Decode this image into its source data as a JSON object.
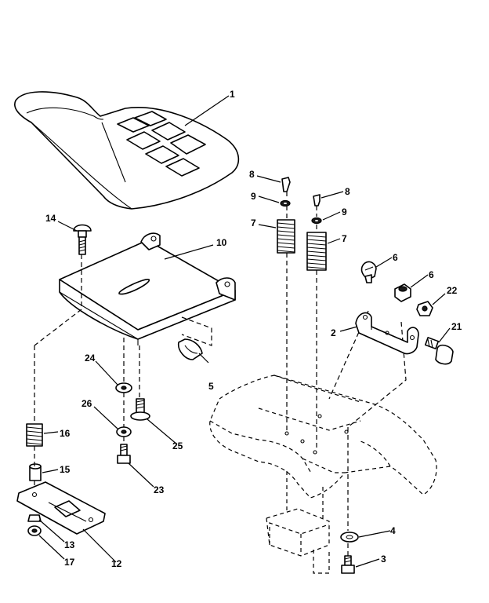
{
  "callouts": {
    "c1": "1",
    "c2": "2",
    "c3": "3",
    "c4": "4",
    "c5": "5",
    "c6a": "6",
    "c6b": "6",
    "c7a": "7",
    "c7b": "7",
    "c8a": "8",
    "c8b": "8",
    "c9a": "9",
    "c9b": "9",
    "c10": "10",
    "c12": "12",
    "c13": "13",
    "c14": "14",
    "c15": "15",
    "c16": "16",
    "c17": "17",
    "c21": "21",
    "c22": "22",
    "c23": "23",
    "c24": "24",
    "c25": "25",
    "c26": "26"
  },
  "icons": {
    "seat": "seat-icon",
    "seat-pan": "seat-pan-icon",
    "frame": "tractor-frame-icon"
  },
  "colors": {
    "line": "#000000",
    "background": "#ffffff"
  }
}
